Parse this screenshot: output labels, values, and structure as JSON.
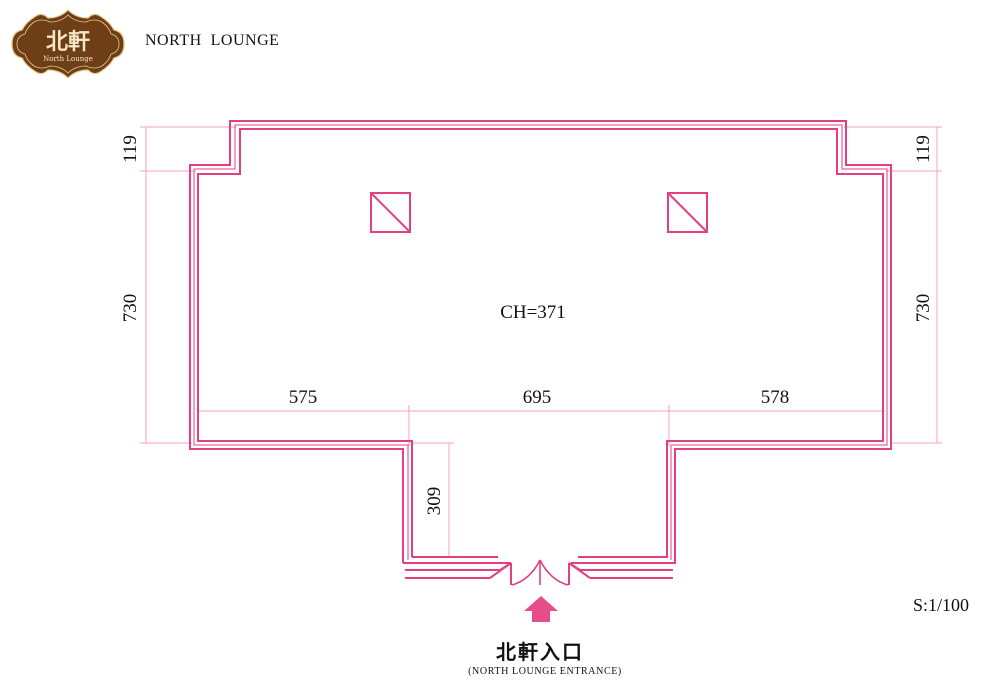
{
  "header": {
    "title": "NORTH  LOUNGE",
    "logo_text_cn": "北軒",
    "logo_text_en": "North Lounge"
  },
  "floor_plan": {
    "ceiling_height": "CH=371",
    "dimensions": {
      "left_top_offset": "119",
      "right_top_offset": "119",
      "left_height": "730",
      "right_height": "730",
      "width_left": "575",
      "width_middle": "695",
      "width_right": "578",
      "corridor_depth": "309"
    }
  },
  "scale": "S:1/100",
  "entrance": {
    "label_cn": "北軒入口",
    "label_en": "(NORTH  LOUNGE  ENTRANCE)"
  },
  "colors": {
    "wall": "#e4407f",
    "dimension_line": "#f0a0c0",
    "arrow": "#e64e8a",
    "logo_brown": "#6e3e17",
    "logo_gold": "#e8c98d"
  }
}
